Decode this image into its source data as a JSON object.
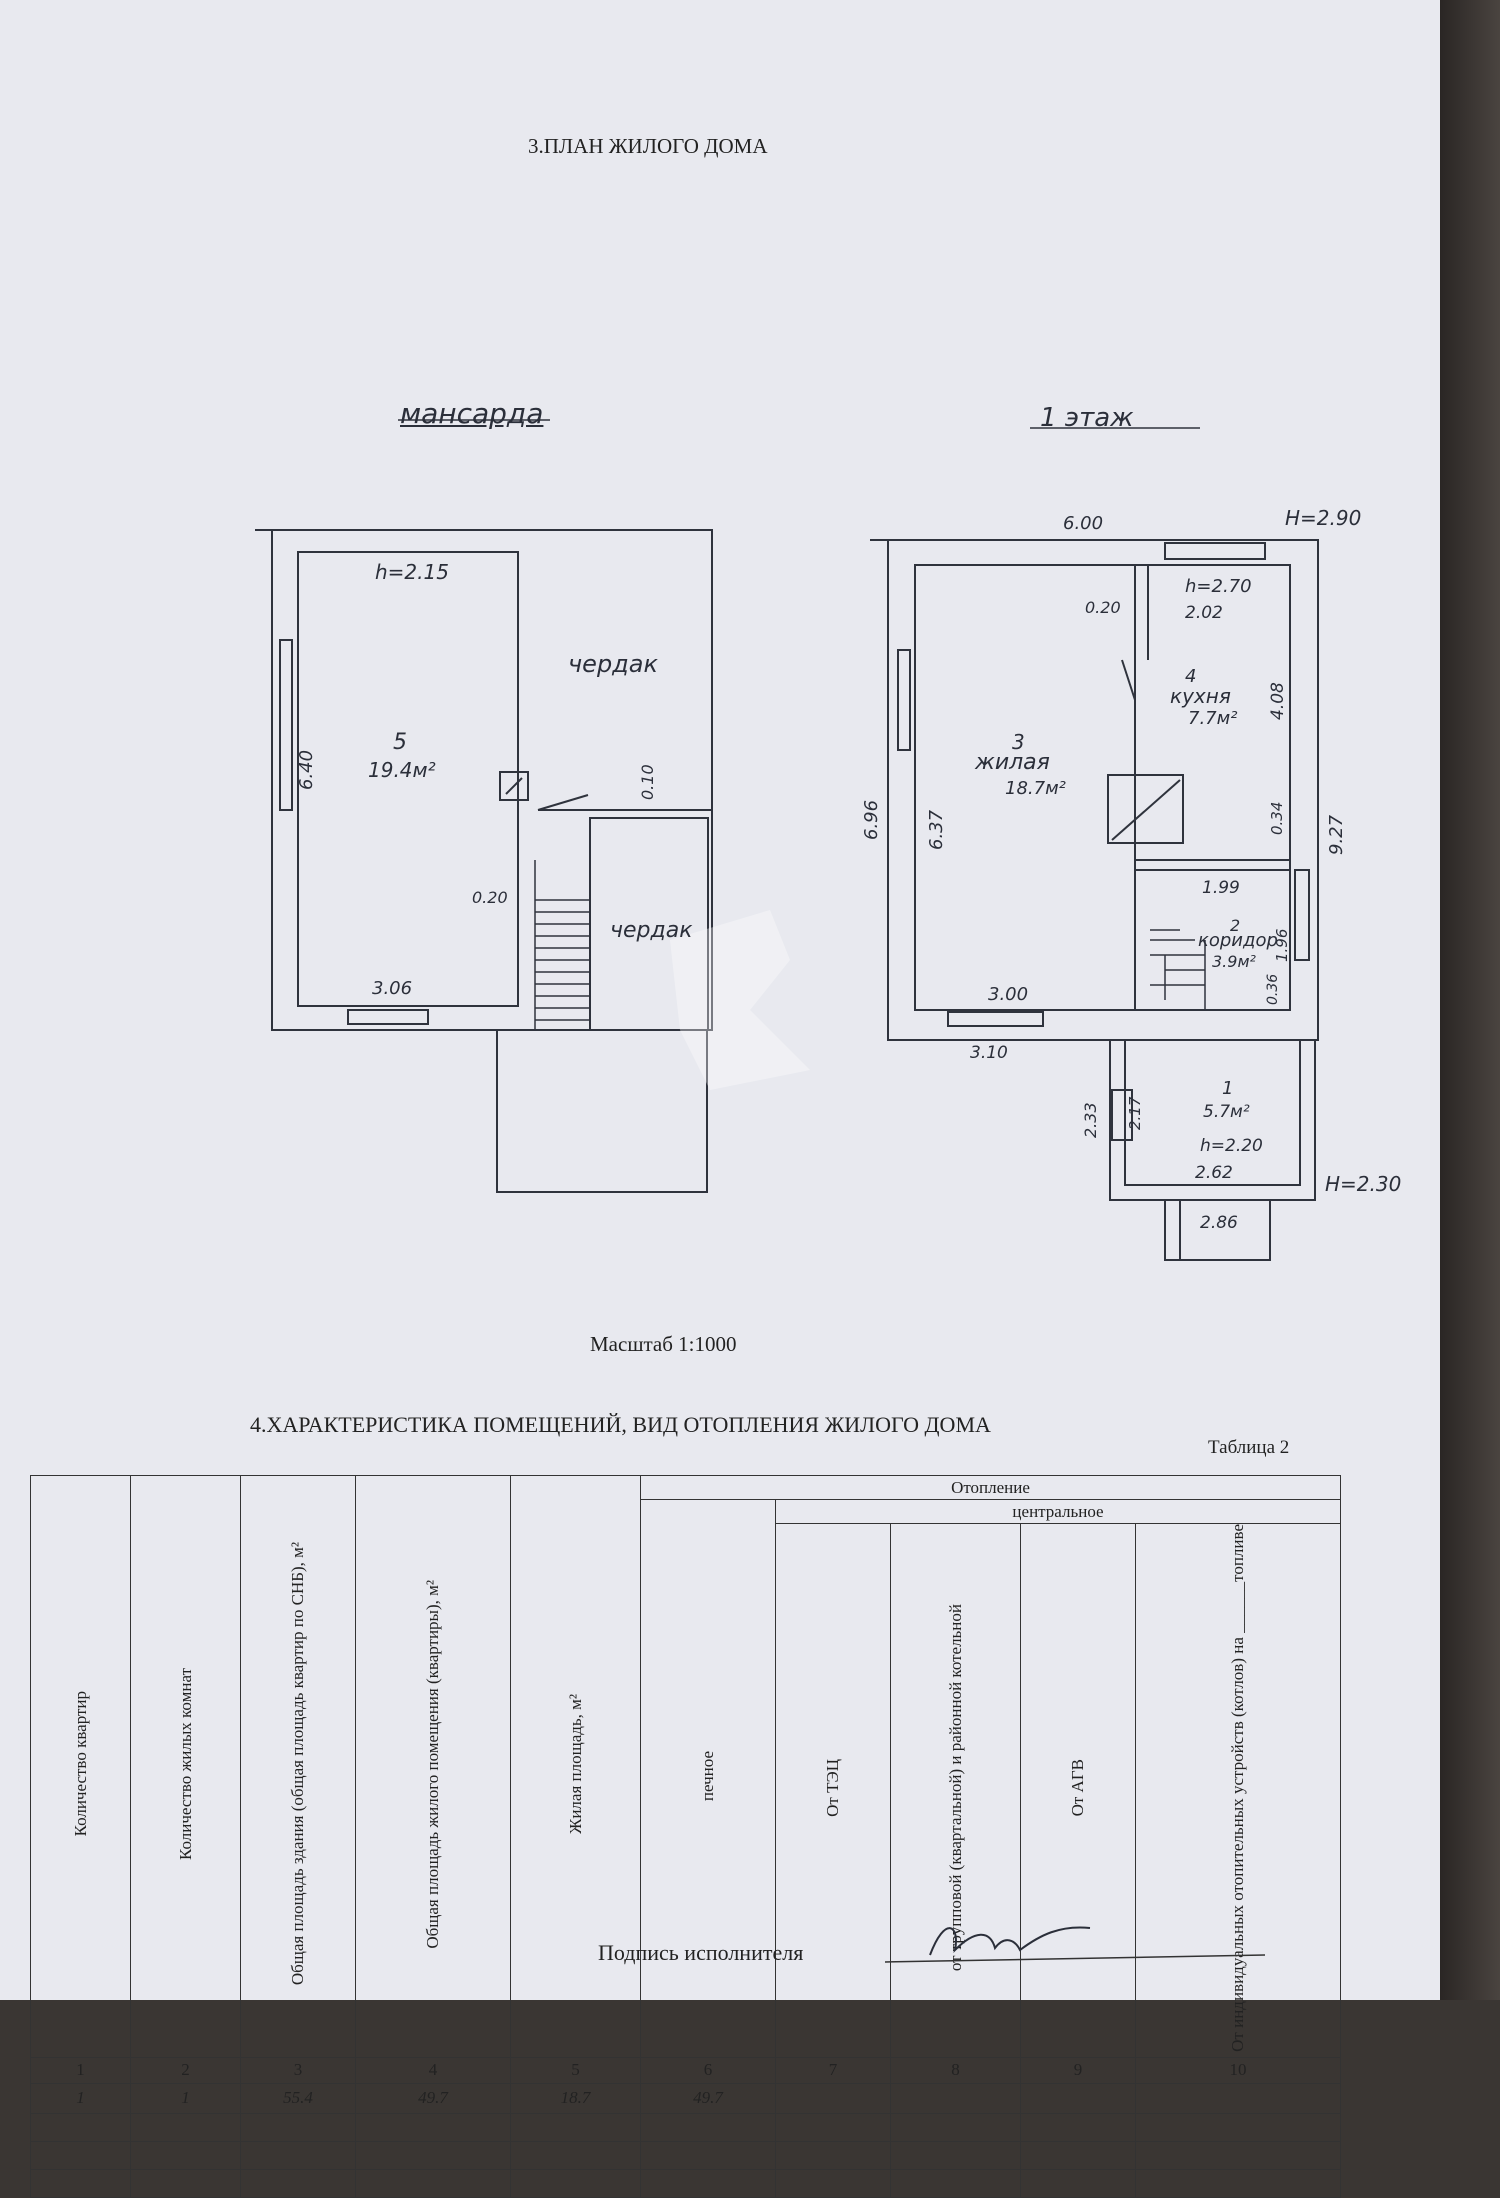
{
  "section3_title": "3.ПЛАН ЖИЛОГО ДОМА",
  "plans": {
    "mansard": {
      "heading": "мансарда",
      "height": "h=2.15",
      "room_no": "5",
      "room_area": "19.4м²",
      "dim_left": "6.40",
      "dim_bottom": "3.06",
      "dim_wall": "0.20",
      "dim_gap": "0.10",
      "attic_upper": "чердак",
      "attic_lower": "чердак"
    },
    "floor1": {
      "heading": "1 этаж",
      "top_width": "6.00",
      "height_total": "H=2.90",
      "kitchen_height": "h=2.70",
      "kitchen_width": "2.02",
      "wall": "0.20",
      "kitchen_no": "4",
      "kitchen_name": "кухня",
      "kitchen_area": "7.7м²",
      "kitchen_len": "4.08",
      "living_no": "3",
      "living_name": "жилая",
      "living_area": "18.7м²",
      "outer_left": "6.96",
      "inner_left": "6.37",
      "right_total": "9.27",
      "dim_034": "0.34",
      "corr_width": "1.99",
      "corr_no": "2",
      "corr_name": "коридор",
      "corr_area": "3.9м²",
      "corr_len": "1.96",
      "dim_036": "0.36",
      "living_bottom": "3.00",
      "outer_bottom": "3.10",
      "porch_outer": "2.33",
      "porch_inner": "2.17",
      "porch_no": "1",
      "porch_area": "5.7м²",
      "porch_height": "h=2.20",
      "porch_width": "2.62",
      "step_width": "2.86",
      "height_porch": "H=2.30"
    }
  },
  "scale": "Масштаб 1:1000",
  "section4_title": "4.ХАРАКТЕРИСТИКА ПОМЕЩЕНИЙ, ВИД ОТОПЛЕНИЯ ЖИЛОГО ДОМА",
  "table_caption": "Таблица 2",
  "table": {
    "heating": "Отопление",
    "central": "центральное",
    "headers": [
      "Количество квартир",
      "Количество жилых комнат",
      "Общая площадь здания (общая площадь квартир по СНБ), м²",
      "Общая площадь жилого помещения (квартиры), м²",
      "Жилая площадь, м²",
      "печное",
      "От ТЭЦ",
      "от трупповой (квартальной) и районной котельной",
      "От АГВ",
      "От индивидуальных отопительных устройств (котлов) на ______топливе"
    ],
    "col_numbers": [
      "1",
      "2",
      "3",
      "4",
      "5",
      "6",
      "7",
      "8",
      "9",
      "10"
    ],
    "row": [
      "1",
      "1",
      "55.4",
      "49.7",
      "18.7",
      "49.7",
      "",
      "",
      "",
      ""
    ]
  },
  "signature_label": "Подпись исполнителя"
}
